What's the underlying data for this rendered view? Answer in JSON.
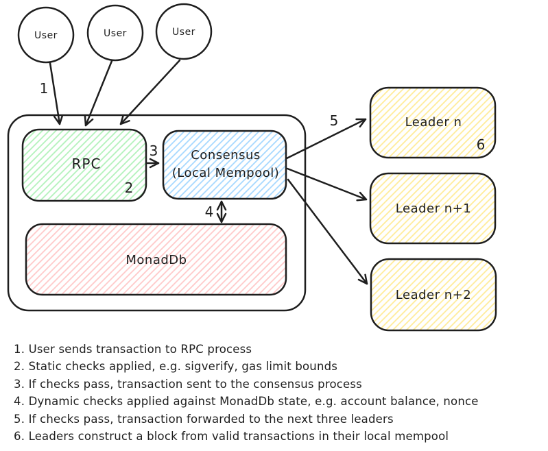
{
  "colors": {
    "ink": "#1e1e1e",
    "hatch_green": "#b2f2bb",
    "hatch_blue": "#a5d8ff",
    "hatch_red": "#ffc9c9",
    "hatch_yellow": "#ffec99",
    "background": "#ffffff"
  },
  "nodes": {
    "user1": "User",
    "user2": "User",
    "user3": "User",
    "rpc": "RPC",
    "consensus_line1": "Consensus",
    "consensus_line2": "(Local Mempool)",
    "monaddb": "MonadDb",
    "leader_n": "Leader n",
    "leader_n1": "Leader n+1",
    "leader_n2": "Leader n+2"
  },
  "steps": [
    "1",
    "2",
    "3",
    "4",
    "5",
    "6"
  ],
  "footnotes": [
    "1. User sends transaction to RPC process",
    "2. Static checks applied, e.g. sigverify, gas limit bounds",
    "3. If checks pass, transaction sent to the consensus process",
    "4. Dynamic checks applied against MonadDb state, e.g. account balance, nonce",
    "5. If checks pass, transaction forwarded to the next three leaders",
    "6. Leaders construct a block from valid transactions in their local mempool"
  ]
}
